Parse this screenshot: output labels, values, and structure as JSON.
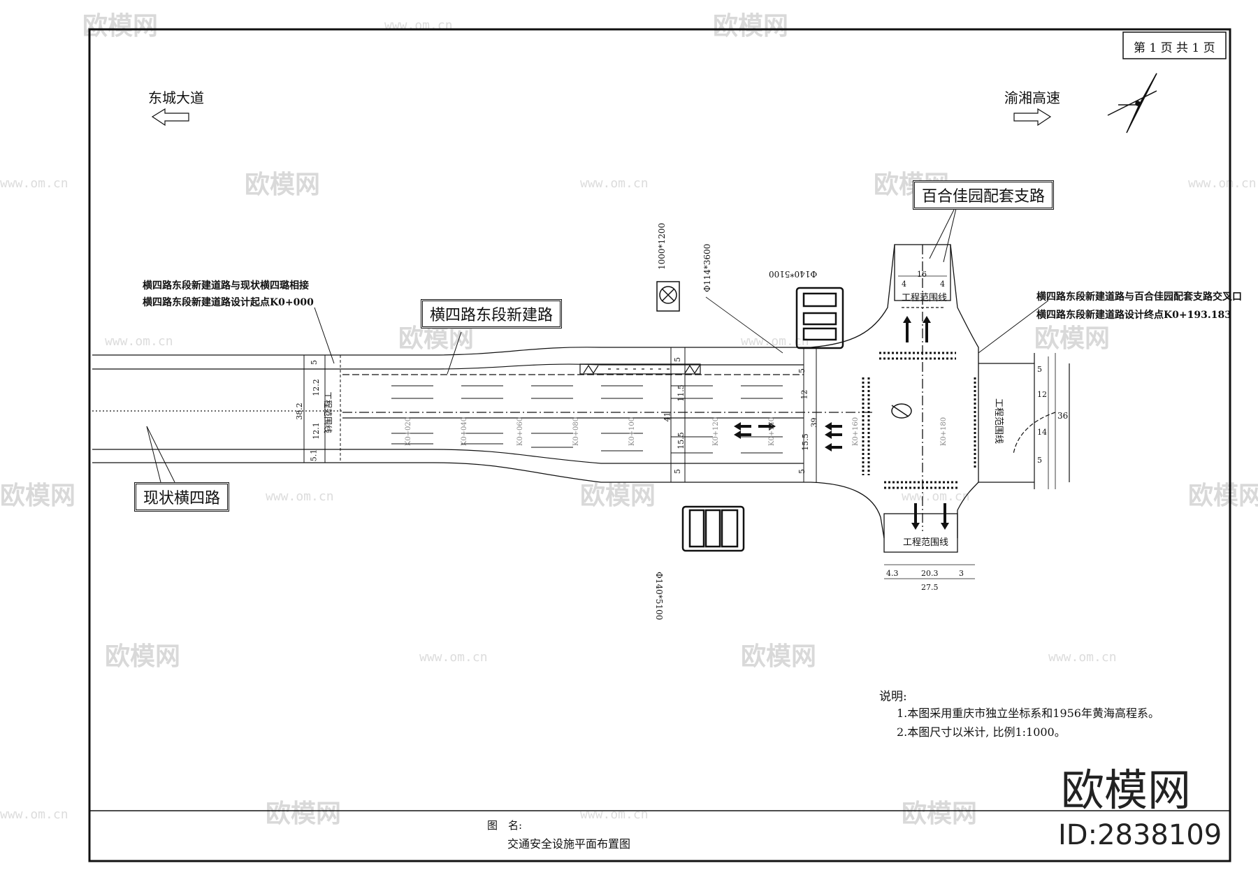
{
  "page_indicator": "第 1 页  共 1 页",
  "directions": {
    "west": "东城大道",
    "east": "渝湘高速"
  },
  "road_labels": {
    "new_road": "横四路东段新建路",
    "existing_road": "现状横四路",
    "branch_road": "百合佳园配套支路"
  },
  "notes_start": {
    "line1": "横四路东段新建道路与现状横四璐相接",
    "line2": "横四路东段新建道路设计起点K0+000"
  },
  "notes_end": {
    "line1": "横四路东段新建道路与百合佳园配套支路交叉口",
    "line2": "横四路东段新建道路设计终点K0+193.183"
  },
  "sign_specs": {
    "sign_a": "1000*1200",
    "pole_a": "Φ114*3600",
    "pole_b": "Φ140*5100",
    "pole_c": "Φ140*5100"
  },
  "boundary_labels": {
    "top": "工程范围线",
    "right": "工程范围线",
    "bottom": "工程范围线",
    "left": "工程范围线"
  },
  "dimensions": {
    "top_width": "16",
    "top_side_a": "4",
    "top_side_b": "4",
    "right_a": "5",
    "right_b": "12",
    "right_c": "14",
    "right_d": "5",
    "right_total": "36",
    "bottom_a": "4.3",
    "bottom_b": "20.3",
    "bottom_c": "3",
    "bottom_total": "27.5",
    "left_a": "5",
    "left_b": "12.2",
    "left_c": "12.1",
    "left_d": "5.1",
    "left_total": "38.2",
    "mid_a": "5",
    "mid_b": "11.5",
    "mid_c": "15.5",
    "mid_d": "5",
    "mid_total": "41",
    "near_a": "5",
    "near_b": "12",
    "near_c": "15.5",
    "near_d": "5",
    "near_total": "39"
  },
  "stations": [
    "K0+020",
    "K0+040",
    "K0+060",
    "K0+080",
    "K0+100",
    "K0+120",
    "K0+140",
    "K0+160",
    "K0+180"
  ],
  "notes": {
    "heading": "说明:",
    "item1": "1.本图采用重庆市独立坐标系和1956年黄海高程系。",
    "item2": "2.本图尺寸以米计, 比例1:1000。"
  },
  "title_block": {
    "label": "图　名:",
    "name": "交通安全设施平面布置图"
  },
  "watermark": {
    "brand": "欧模网",
    "url": "www.om.cn",
    "id": "ID:2838109"
  },
  "colors": {
    "line": "#111111",
    "watermark": "#d9d9d9",
    "background": "#ffffff"
  },
  "icons": {
    "north_arrow": "north-arrow-icon",
    "west_arrow": "left-arrow-icon",
    "east_arrow": "right-arrow-icon"
  }
}
